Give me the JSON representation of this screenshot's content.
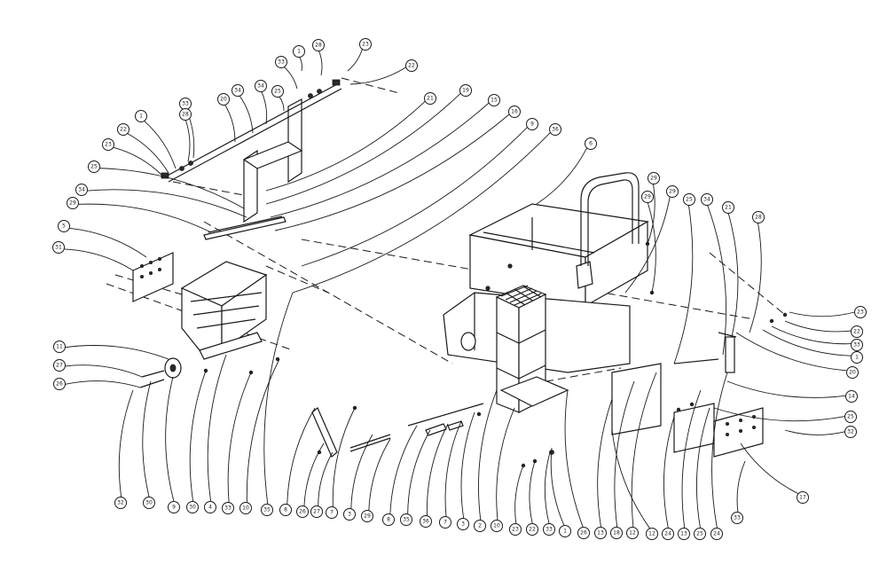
{
  "callouts": [
    {
      "id": "c-a1",
      "label": "1"
    },
    {
      "id": "c-a2",
      "label": "28"
    },
    {
      "id": "c-a3",
      "label": "23"
    },
    {
      "id": "c-a4",
      "label": "22"
    },
    {
      "id": "c-a5",
      "label": "21"
    },
    {
      "id": "c-a6",
      "label": "19"
    },
    {
      "id": "c-a7",
      "label": "15"
    },
    {
      "id": "c-a8",
      "label": "16"
    },
    {
      "id": "c-a9",
      "label": "9"
    },
    {
      "id": "c-a10",
      "label": "36"
    },
    {
      "id": "c-a11",
      "label": "6"
    },
    {
      "id": "c-a12",
      "label": "33"
    },
    {
      "id": "c-a13",
      "label": "25"
    },
    {
      "id": "c-a14",
      "label": "34"
    },
    {
      "id": "c-a15",
      "label": "34"
    },
    {
      "id": "c-a16",
      "label": "20"
    },
    {
      "id": "c-a17",
      "label": "33"
    },
    {
      "id": "c-a18",
      "label": "28"
    },
    {
      "id": "c-a19",
      "label": "1"
    },
    {
      "id": "c-a20",
      "label": "22"
    },
    {
      "id": "c-a21",
      "label": "23"
    },
    {
      "id": "c-a22",
      "label": "25"
    },
    {
      "id": "c-a23",
      "label": "34"
    },
    {
      "id": "c-a24",
      "label": "29"
    },
    {
      "id": "c-a25",
      "label": "5"
    },
    {
      "id": "c-a26",
      "label": "31"
    },
    {
      "id": "c-a27",
      "label": "11"
    },
    {
      "id": "c-a28",
      "label": "27"
    },
    {
      "id": "c-a29",
      "label": "26"
    },
    {
      "id": "c-r1",
      "label": "29"
    },
    {
      "id": "c-r2",
      "label": "29"
    },
    {
      "id": "c-r3",
      "label": "29"
    },
    {
      "id": "c-r4",
      "label": "25"
    },
    {
      "id": "c-r5",
      "label": "34"
    },
    {
      "id": "c-r6",
      "label": "21"
    },
    {
      "id": "c-r7",
      "label": "28"
    },
    {
      "id": "c-r8",
      "label": "23"
    },
    {
      "id": "c-r9",
      "label": "22"
    },
    {
      "id": "c-r10",
      "label": "33"
    },
    {
      "id": "c-r11",
      "label": "1"
    },
    {
      "id": "c-r12",
      "label": "20"
    },
    {
      "id": "c-r13",
      "label": "14"
    },
    {
      "id": "c-r14",
      "label": "25"
    },
    {
      "id": "c-r15",
      "label": "32"
    },
    {
      "id": "c-r16",
      "label": "17"
    },
    {
      "id": "c-r17",
      "label": "33"
    },
    {
      "id": "c-b1",
      "label": "32"
    },
    {
      "id": "c-b2",
      "label": "30"
    },
    {
      "id": "c-b3",
      "label": "9"
    },
    {
      "id": "c-b4",
      "label": "30"
    },
    {
      "id": "c-b5",
      "label": "4"
    },
    {
      "id": "c-b6",
      "label": "33"
    },
    {
      "id": "c-b7",
      "label": "10"
    },
    {
      "id": "c-b8",
      "label": "35"
    },
    {
      "id": "c-b9",
      "label": "8"
    },
    {
      "id": "c-b10",
      "label": "26"
    },
    {
      "id": "c-b11",
      "label": "27"
    },
    {
      "id": "c-b12",
      "label": "7"
    },
    {
      "id": "c-b13",
      "label": "3"
    },
    {
      "id": "c-b14",
      "label": "29"
    },
    {
      "id": "c-b15",
      "label": "8"
    },
    {
      "id": "c-b16",
      "label": "35"
    },
    {
      "id": "c-b17",
      "label": "36"
    },
    {
      "id": "c-b18",
      "label": "7"
    },
    {
      "id": "c-b19",
      "label": "3"
    },
    {
      "id": "c-b20",
      "label": "2"
    },
    {
      "id": "c-b21",
      "label": "10"
    },
    {
      "id": "c-b22",
      "label": "23"
    },
    {
      "id": "c-b23",
      "label": "22"
    },
    {
      "id": "c-b24",
      "label": "33"
    },
    {
      "id": "c-b25",
      "label": "1"
    },
    {
      "id": "c-b26",
      "label": "26"
    },
    {
      "id": "c-b27",
      "label": "13"
    },
    {
      "id": "c-b28",
      "label": "18"
    },
    {
      "id": "c-b29",
      "label": "12"
    },
    {
      "id": "c-b30",
      "label": "12"
    },
    {
      "id": "c-b31",
      "label": "24"
    },
    {
      "id": "c-b32",
      "label": "13"
    },
    {
      "id": "c-b33",
      "label": "25"
    },
    {
      "id": "c-b34",
      "label": "24"
    }
  ]
}
